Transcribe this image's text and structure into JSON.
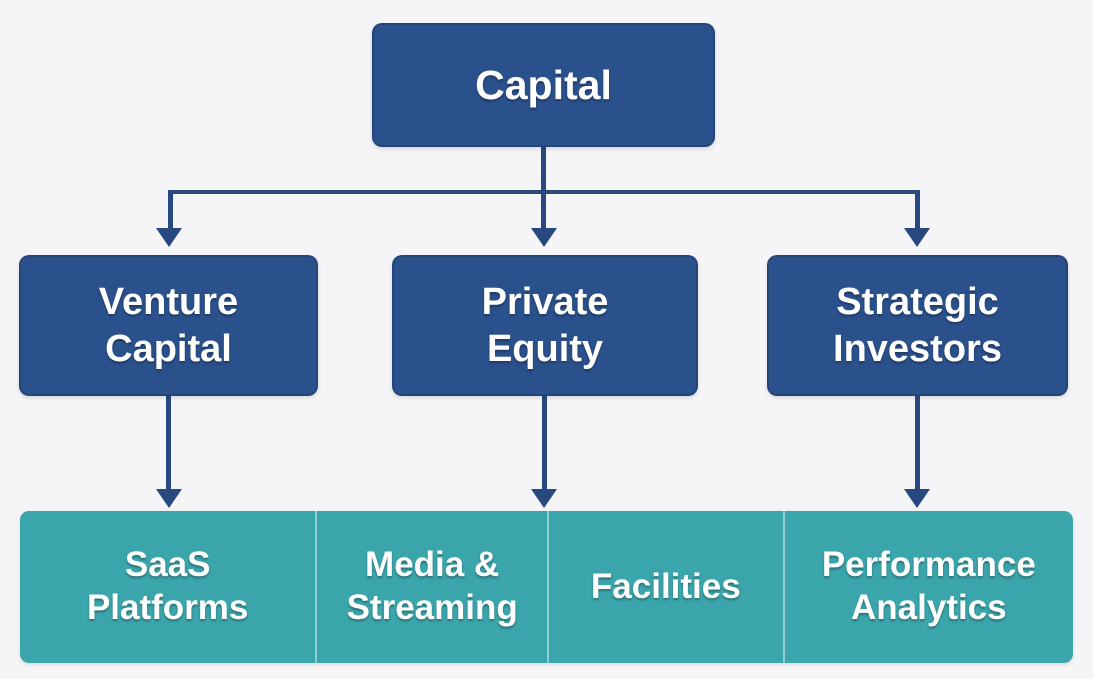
{
  "colors": {
    "background": "#f5f5f7",
    "navy": "#2b518c",
    "connector": "#27497f",
    "teal": "#3aa5ab",
    "divider": "rgba(255,255,255,0.45)",
    "text": "#ffffff"
  },
  "chart": {
    "root": {
      "label": "Capital"
    },
    "investors": [
      {
        "label": "Venture Capital",
        "lines": [
          "Venture",
          "Capital"
        ]
      },
      {
        "label": "Private Equity",
        "lines": [
          "Private",
          "Equity"
        ]
      },
      {
        "label": "Strategic Investors",
        "lines": [
          "Strategic",
          "Investors"
        ]
      }
    ],
    "categories": [
      {
        "label": "SaaS Platforms",
        "lines": [
          "SaaS",
          "Platforms"
        ]
      },
      {
        "label": "Media & Streaming",
        "lines": [
          "Media &",
          "Streaming"
        ]
      },
      {
        "label": "Facilities",
        "lines": [
          "Facilities"
        ]
      },
      {
        "label": "Performance Analytics",
        "lines": [
          "Performance",
          "Analytics"
        ]
      }
    ]
  }
}
